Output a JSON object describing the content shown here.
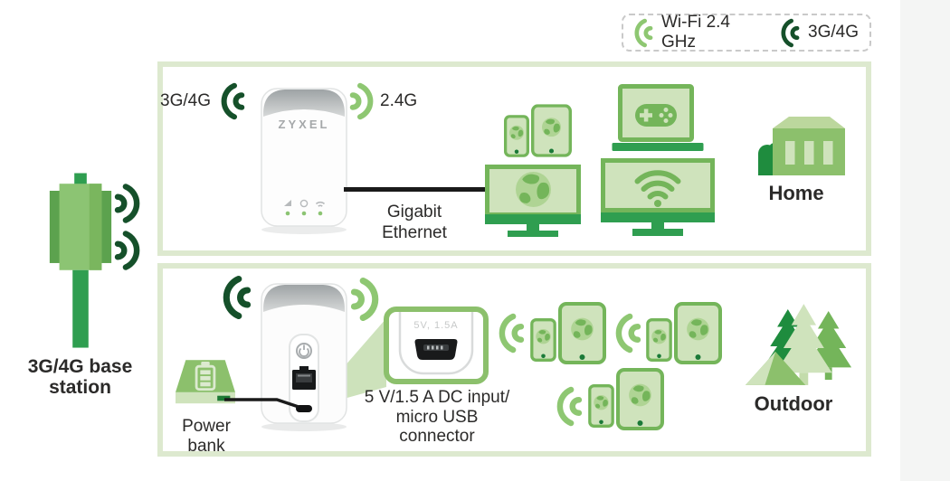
{
  "legend": {
    "items": [
      {
        "icon": "wifi-signal-icon",
        "label": "Wi-Fi 2.4 GHz"
      },
      {
        "icon": "cellular-signal-icon",
        "label": "3G/4G"
      }
    ]
  },
  "base_station": {
    "icon": "cell-tower-icon",
    "label_line1": "3G/4G base",
    "label_line2": "station"
  },
  "home_scene": {
    "left_signal_label": "3G/4G",
    "right_signal_label": "2.4G",
    "router_brand": "ZYXEL",
    "ethernet_line1": "Gigabit",
    "ethernet_line2": "Ethernet",
    "scene_label": "Home",
    "device_icons": [
      "smartphone-globe-icon",
      "tablet-globe-icon",
      "monitor-globe-icon",
      "laptop-gamepad-icon",
      "tv-wifi-icon",
      "house-icon"
    ]
  },
  "outdoor_scene": {
    "power_bank_line1": "Power",
    "power_bank_line2": "bank",
    "usb_port_label": "5V, 1.5A",
    "usb_callout_line1": "5 V/1.5 A DC input/",
    "usb_callout_line2": "micro USB",
    "usb_callout_line3": "connector",
    "scene_label": "Outdoor",
    "device_icons": [
      "smartphone-globe-icon",
      "tablet-globe-icon",
      "camping-icon"
    ]
  },
  "colors": {
    "wifi_green": "#8ec772",
    "cellular_dark_green": "#15502a",
    "device_frame_green": "#74b55a",
    "device_screen_green": "#cfe3bc",
    "accent_green": "#2f9e50",
    "mid_green": "#8cc06c",
    "box_border_green": "#dde9cf"
  }
}
